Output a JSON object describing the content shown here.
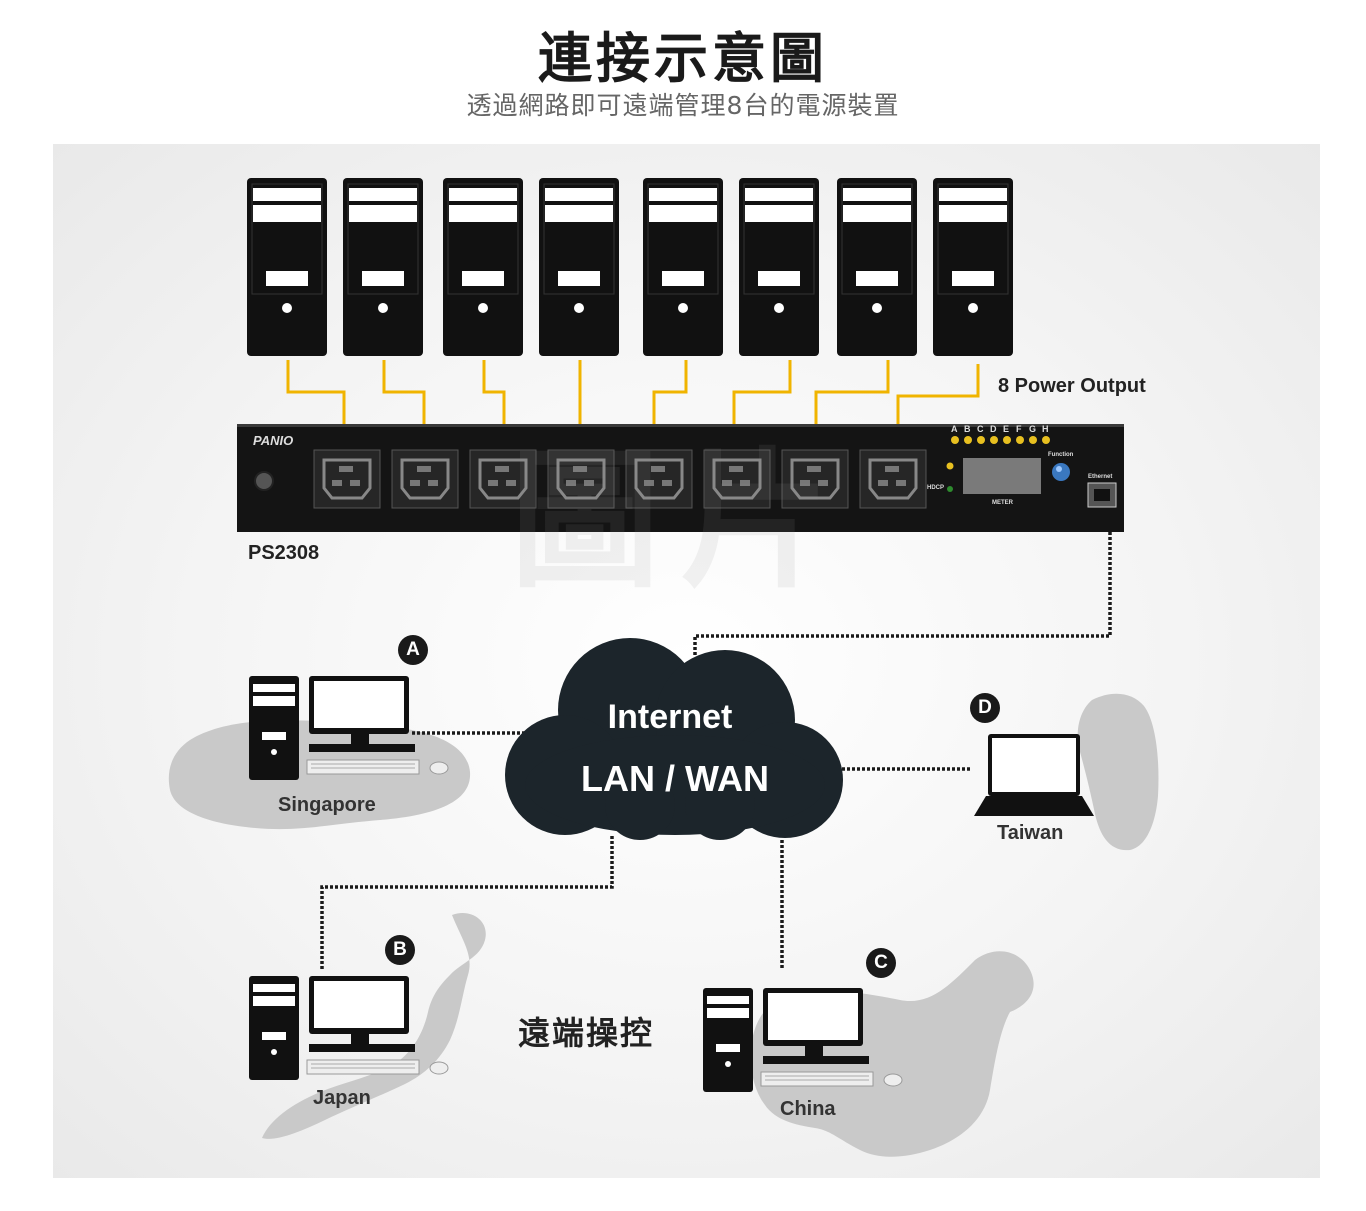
{
  "header": {
    "title": "連接示意圖",
    "subtitle": "透過網路即可遠端管理8台的電源裝置"
  },
  "servers": {
    "count": 8
  },
  "power_output_label": "8 Power Output",
  "pdu": {
    "brand": "PANIO",
    "model": "PS2308",
    "outlet_count": 8,
    "led_letters": [
      "A",
      "B",
      "C",
      "D",
      "E",
      "F",
      "G",
      "H"
    ],
    "function_label": "Function",
    "hdcp_label": "HDCP",
    "meter_label": "METER",
    "ethernet_label": "Ethernet"
  },
  "cloud": {
    "line1": "Internet",
    "line2": "LAN / WAN"
  },
  "remote_sites": [
    {
      "marker": "A",
      "location": "Singapore"
    },
    {
      "marker": "B",
      "location": "Japan"
    },
    {
      "marker": "C",
      "location": "China"
    },
    {
      "marker": "D",
      "location": "Taiwan"
    }
  ],
  "remote_control_label": "遠端操控",
  "watermark": "圖片",
  "colors": {
    "power_cable": "#f0b400",
    "network_line": "#1a1a1a",
    "cloud": "#1c252b",
    "map": "#c9c9c9",
    "device": "#111111"
  }
}
